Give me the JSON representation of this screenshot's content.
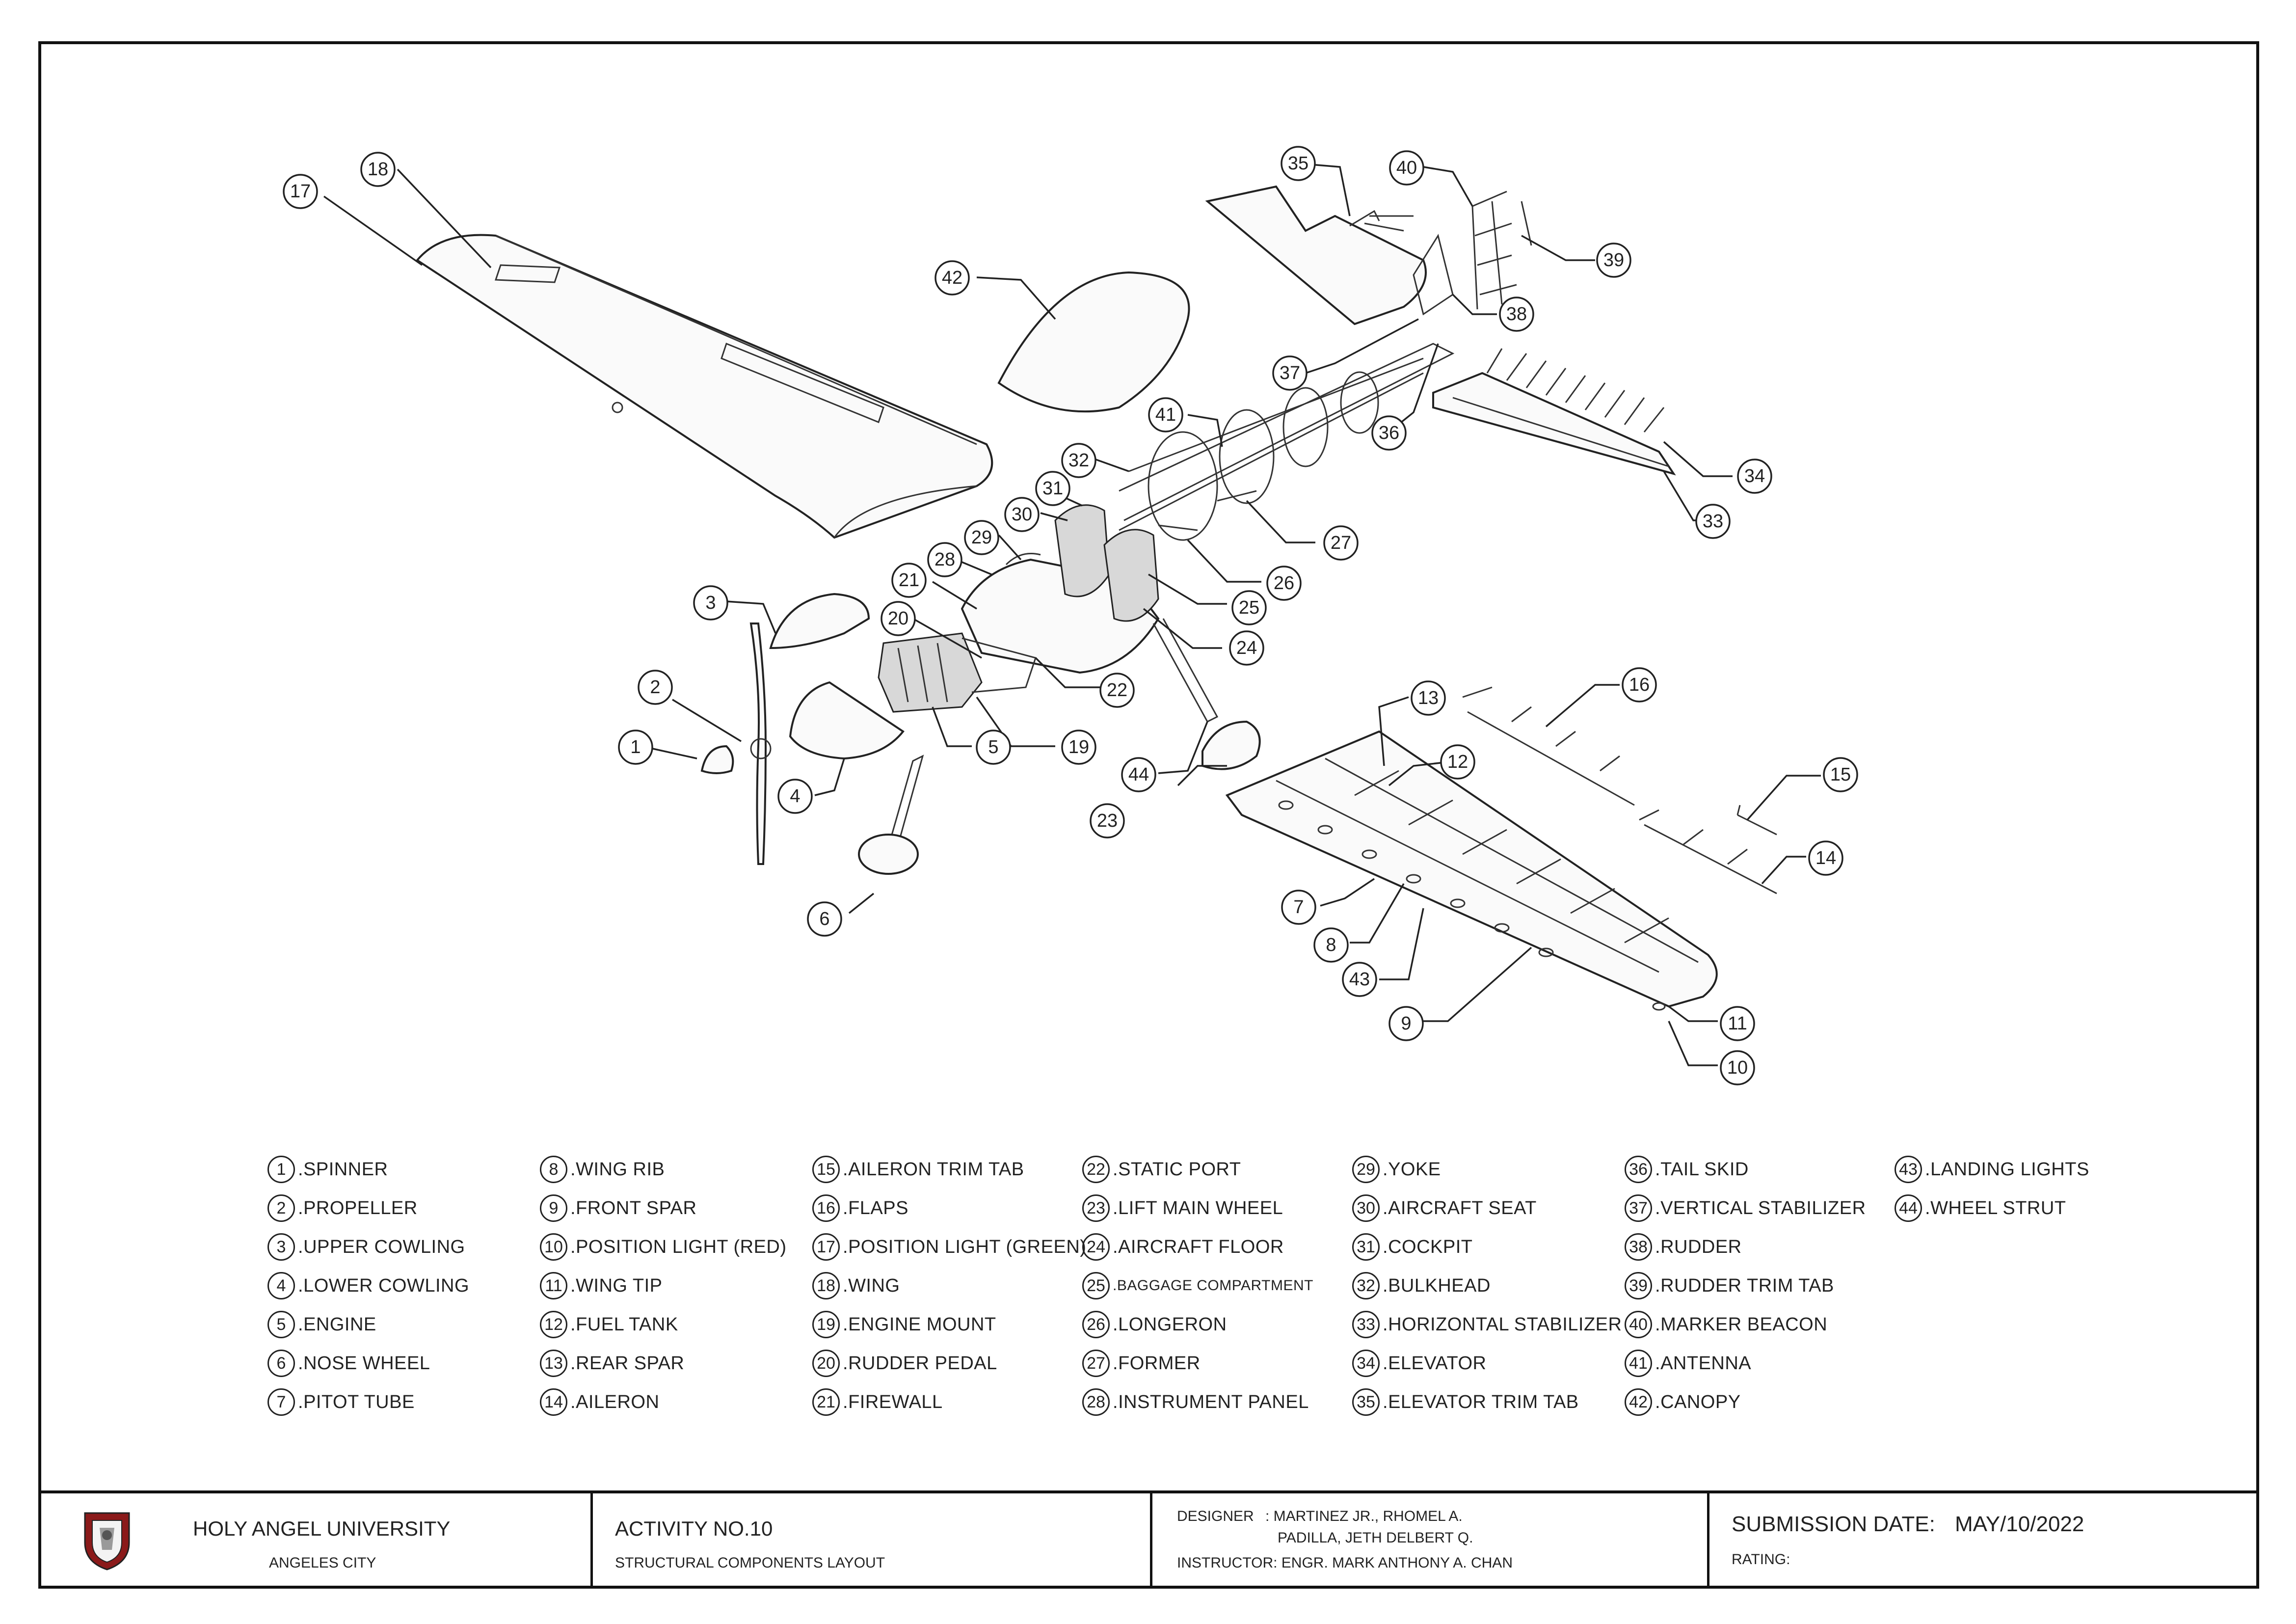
{
  "legend": {
    "columns": [
      [
        {
          "num": "1",
          "label": "SPINNER"
        },
        {
          "num": "2",
          "label": "PROPELLER"
        },
        {
          "num": "3",
          "label": "UPPER COWLING"
        },
        {
          "num": "4",
          "label": "LOWER COWLING"
        },
        {
          "num": "5",
          "label": "ENGINE"
        },
        {
          "num": "6",
          "label": "NOSE WHEEL"
        },
        {
          "num": "7",
          "label": "PITOT TUBE"
        }
      ],
      [
        {
          "num": "8",
          "label": "WING RIB"
        },
        {
          "num": "9",
          "label": "FRONT SPAR"
        },
        {
          "num": "10",
          "label": "POSITION LIGHT (RED)"
        },
        {
          "num": "11",
          "label": "WING TIP"
        },
        {
          "num": "12",
          "label": "FUEL TANK"
        },
        {
          "num": "13",
          "label": "REAR SPAR"
        },
        {
          "num": "14",
          "label": "AILERON"
        }
      ],
      [
        {
          "num": "15",
          "label": "AILERON TRIM TAB"
        },
        {
          "num": "16",
          "label": "FLAPS"
        },
        {
          "num": "17",
          "label": "POSITION LIGHT (GREEN)"
        },
        {
          "num": "18",
          "label": "WING"
        },
        {
          "num": "19",
          "label": "ENGINE MOUNT"
        },
        {
          "num": "20",
          "label": "RUDDER PEDAL"
        },
        {
          "num": "21",
          "label": "FIREWALL"
        }
      ],
      [
        {
          "num": "22",
          "label": "STATIC PORT"
        },
        {
          "num": "23",
          "label": "LIFT MAIN WHEEL"
        },
        {
          "num": "24",
          "label": "AIRCRAFT FLOOR"
        },
        {
          "num": "25",
          "label": "BAGGAGE COMPARTMENT"
        },
        {
          "num": "26",
          "label": "LONGERON"
        },
        {
          "num": "27",
          "label": "FORMER"
        },
        {
          "num": "28",
          "label": "INSTRUMENT PANEL"
        }
      ],
      [
        {
          "num": "29",
          "label": "YOKE"
        },
        {
          "num": "30",
          "label": "AIRCRAFT SEAT"
        },
        {
          "num": "31",
          "label": "COCKPIT"
        },
        {
          "num": "32",
          "label": "BULKHEAD"
        },
        {
          "num": "33",
          "label": "HORIZONTAL STABILIZER"
        },
        {
          "num": "34",
          "label": "ELEVATOR"
        },
        {
          "num": "35",
          "label": "ELEVATOR TRIM TAB"
        }
      ],
      [
        {
          "num": "36",
          "label": "TAIL SKID"
        },
        {
          "num": "37",
          "label": "VERTICAL STABILIZER"
        },
        {
          "num": "38",
          "label": "RUDDER"
        },
        {
          "num": "39",
          "label": "RUDDER TRIM TAB"
        },
        {
          "num": "40",
          "label": "MARKER BEACON"
        },
        {
          "num": "41",
          "label": "ANTENNA"
        },
        {
          "num": "42",
          "label": "CANOPY"
        }
      ],
      [
        {
          "num": "43",
          "label": "LANDING LIGHTS"
        },
        {
          "num": "44",
          "label": "WHEEL STRUT"
        }
      ]
    ],
    "separator": ". "
  },
  "title_block": {
    "school": "HOLY ANGEL UNIVERSITY",
    "city": "ANGELES CITY",
    "activity": "ACTIVITY NO.10",
    "activity_subtitle": "STRUCTURAL COMPONENTS LAYOUT",
    "designer_label": "DESIGNER",
    "designer_1": ": MARTINEZ JR., RHOMEL A.",
    "designer_2": "PADILLA, JETH DELBERT Q.",
    "instructor": "INSTRUCTOR: ENGR. MARK ANTHONY A. CHAN",
    "submission_label": "SUBMISSION DATE:",
    "submission_date": "MAY/10/2022",
    "rating_label": "RATING:"
  },
  "callouts": [
    "1",
    "2",
    "3",
    "4",
    "5",
    "6",
    "7",
    "8",
    "9",
    "10",
    "11",
    "12",
    "13",
    "14",
    "15",
    "16",
    "17",
    "18",
    "19",
    "20",
    "21",
    "22",
    "23",
    "24",
    "25",
    "26",
    "27",
    "28",
    "29",
    "30",
    "31",
    "32",
    "33",
    "34",
    "35",
    "36",
    "37",
    "38",
    "39",
    "40",
    "41",
    "42",
    "43",
    "44"
  ],
  "colors": {
    "line": "#222222",
    "border": "#111111",
    "shield_red": "#8b1a1a"
  }
}
